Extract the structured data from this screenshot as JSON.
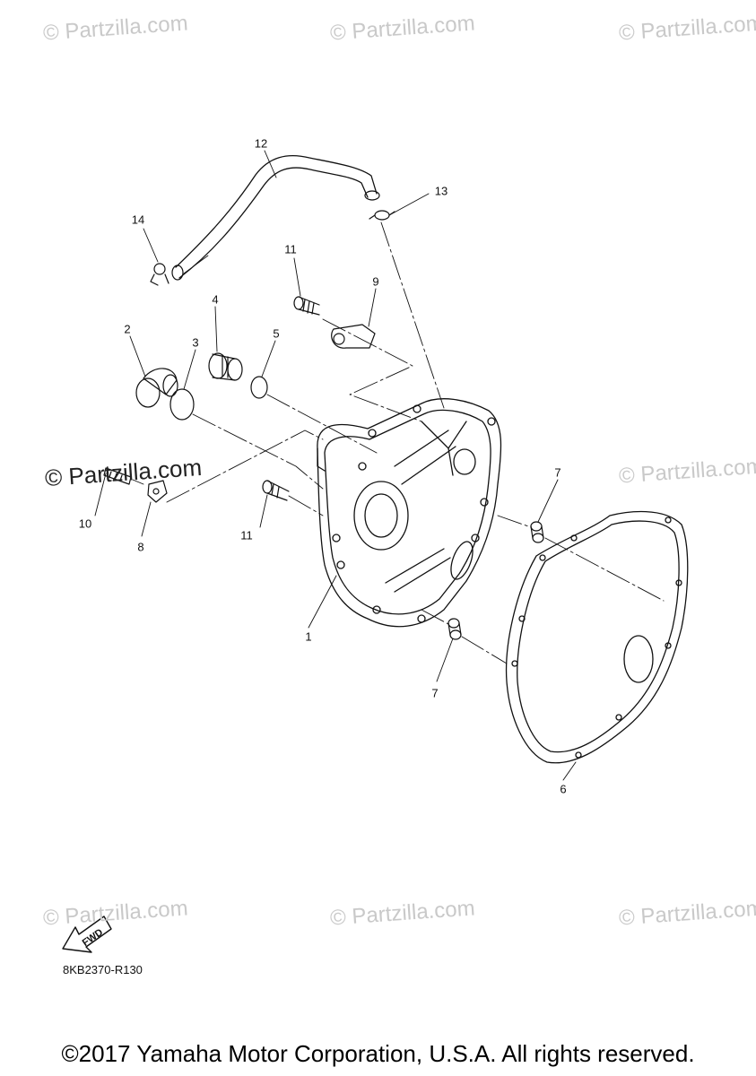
{
  "watermarks": [
    "© Partzilla.com",
    "© Partzilla.com",
    "© Partzilla.com",
    "© Partzilla.com",
    "© Partzilla.com",
    "© Partzilla.com",
    "© Partzilla.com",
    "© Partzilla.com"
  ],
  "callouts": [
    "1",
    "2",
    "3",
    "4",
    "5",
    "6",
    "7",
    "7",
    "8",
    "9",
    "10",
    "11",
    "11",
    "12",
    "13",
    "14"
  ],
  "fwd_label": "FWD",
  "diagram_code": "8KB2370-R130",
  "copyright": "©2017 Yamaha Motor Corporation, U.S.A. All rights reserved."
}
